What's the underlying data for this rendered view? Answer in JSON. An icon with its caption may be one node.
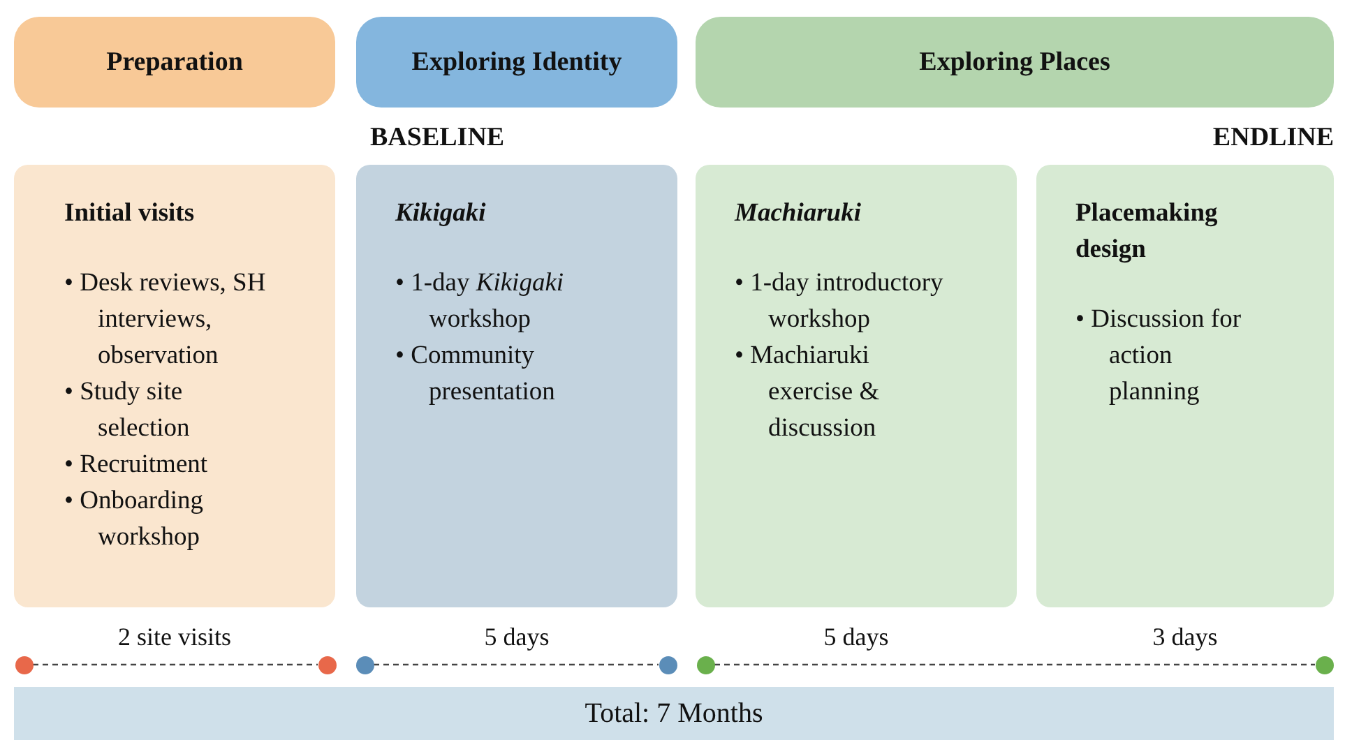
{
  "diagram": {
    "nodes": [
      {
        "text": [
          "Preparation"
        ]
      },
      {
        "text": [
          "Exploring Identity"
        ]
      },
      {
        "text": [
          "Exploring Places"
        ]
      },
      {
        "text": [
          "Initial visits",
          "• Desk reviews, SH interviews, observation",
          "• Study site selection",
          "• Recruitment",
          "• Onboarding workshop"
        ],
        "beside": [
          "2 site visits"
        ]
      },
      {
        "text": [
          "*Kikigaki*",
          "• 1-day *Kikigaki* workshop",
          "• Community presentation"
        ],
        "beside": [
          "5 days"
        ]
      },
      {
        "text": [
          "*Machiaruki*",
          "• 1-day introductory workshop",
          "• Machiaruki exercise & discussion"
        ],
        "beside": [
          "5 days"
        ]
      },
      {
        "text": [
          "Placemaking design",
          "• Discussion for action planning"
        ],
        "beside": [
          "3 days"
        ]
      },
      {
        "text": [],
        "shape": "circle"
      },
      {
        "text": [],
        "shape": "circle"
      },
      {
        "text": [],
        "shape": "circle"
      },
      {
        "text": [],
        "shape": "circle"
      },
      {
        "text": [],
        "shape": "circle"
      },
      {
        "text": [],
        "shape": "circle"
      },
      {
        "text": [
          "Total: 7 Months"
        ]
      }
    ],
    "edges": [
      {
        "from": 7,
        "to": 8,
        "arrow": "none",
        "style": "dashed"
      },
      {
        "from": 9,
        "to": 10,
        "arrow": "none",
        "style": "dashed"
      },
      {
        "from": 11,
        "to": 12,
        "arrow": "none",
        "style": "dashed"
      }
    ],
    "labels": [
      "BASELINE",
      "ENDLINE"
    ]
  }
}
